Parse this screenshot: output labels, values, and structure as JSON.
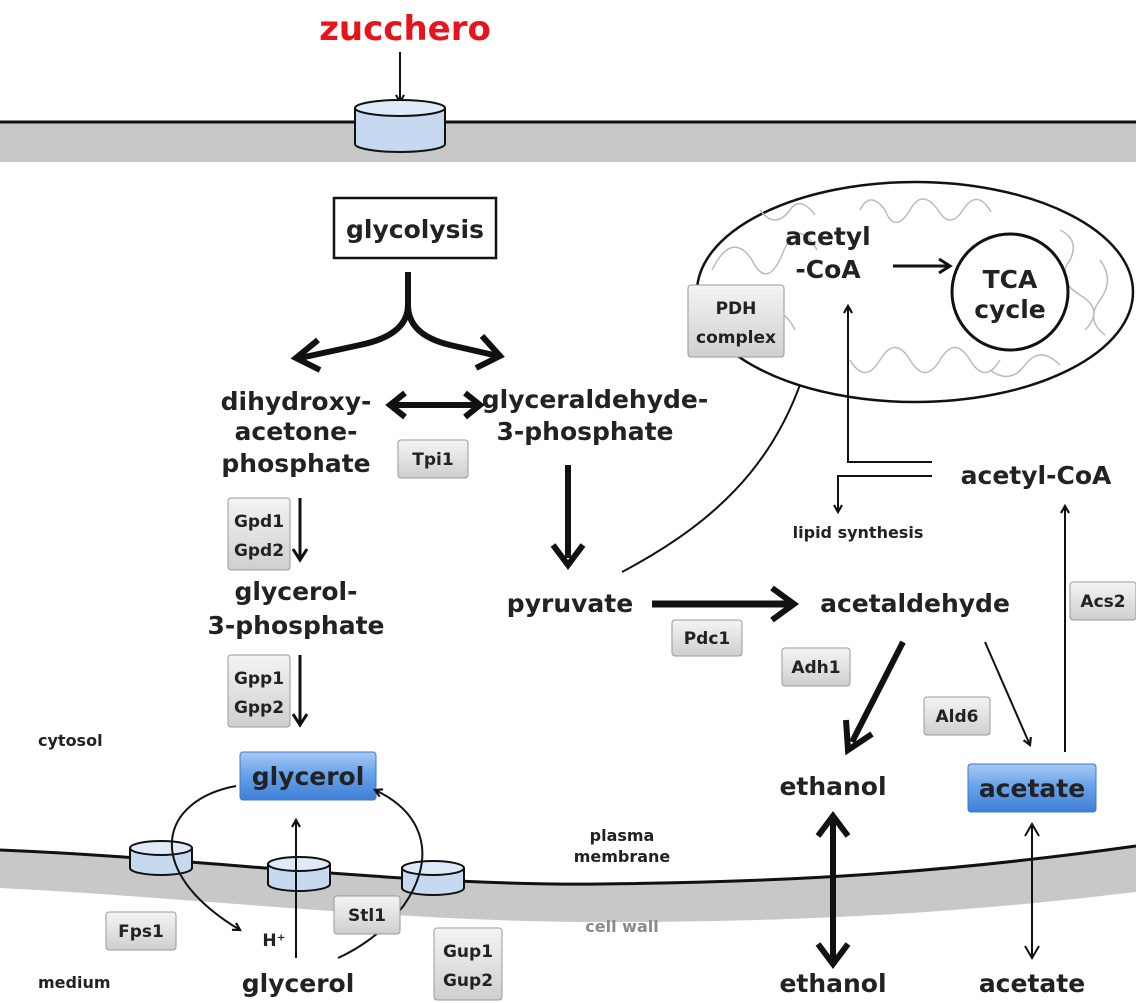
{
  "header": {
    "sugar_label": "zucchero"
  },
  "pathway": {
    "glycolysis": "glycolysis",
    "dhap": [
      "dihydroxy-",
      "acetone-",
      "phosphate"
    ],
    "g3p": [
      "glyceraldehyde-",
      "3-phosphate"
    ],
    "glycerol3p": [
      "glycerol-",
      "3-phosphate"
    ],
    "glycerol_in": "glycerol",
    "glycerol_out": "glycerol",
    "pyruvate": "pyruvate",
    "acetaldehyde": "acetaldehyde",
    "ethanol_in": "ethanol",
    "ethanol_out": "ethanol",
    "acetate_in": "acetate",
    "acetate_out": "acetate",
    "acetyl_coa_cyto": "acetyl-CoA",
    "acetyl_coa_mito": [
      "acetyl",
      "-CoA"
    ],
    "tca": [
      "TCA",
      "cycle"
    ],
    "lipid": "lipid synthesis",
    "proton": "H⁺"
  },
  "enzymes": {
    "tpi1": "Tpi1",
    "gpd": [
      "Gpd1",
      "Gpd2"
    ],
    "gpp": [
      "Gpp1",
      "Gpp2"
    ],
    "pdh": [
      "PDH",
      "complex"
    ],
    "pdc1": "Pdc1",
    "adh1": "Adh1",
    "ald6": "Ald6",
    "acs2": "Acs2",
    "fps1": "Fps1",
    "stl1": "Stl1",
    "gup": [
      "Gup1",
      "Gup2"
    ]
  },
  "compartments": {
    "cytosol": "cytosol",
    "medium": "medium",
    "plasma_membrane": [
      "plasma",
      "membrane"
    ],
    "cell_wall": "cell wall"
  },
  "colors": {
    "sugar_red": "#e8141b",
    "membrane_gray": "#c8c8c8",
    "transporter_blue": "#c6d9f1",
    "highlight_blue": "#4f8fe0"
  }
}
